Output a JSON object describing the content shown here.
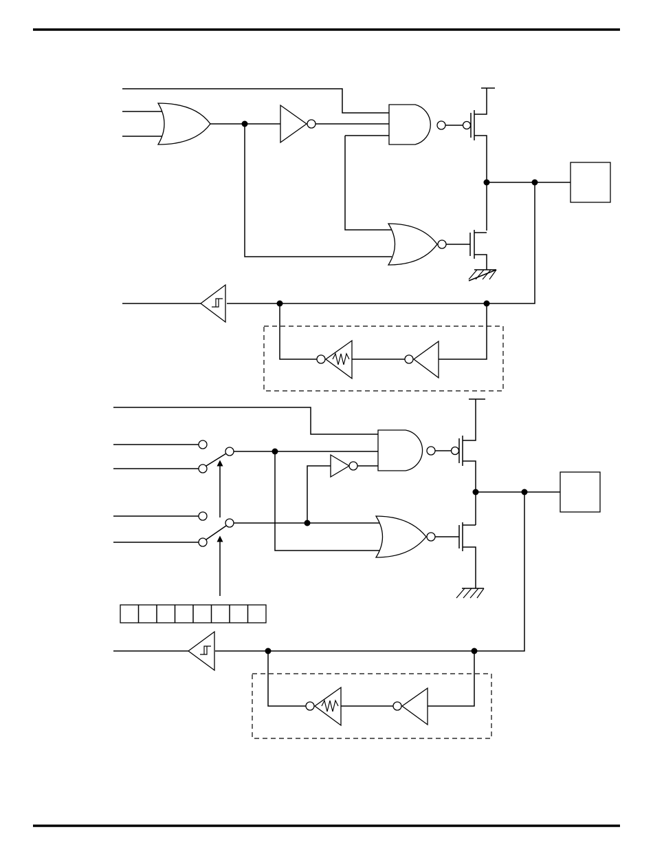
{
  "document": {
    "rules": [
      "top-rule",
      "bottom-rule"
    ]
  },
  "circuits": [
    {
      "id": "upper",
      "components": [
        "or-gate",
        "inverter",
        "nand-gate",
        "nor-gate",
        "pmos-transistor",
        "nmos-transistor",
        "output-pad",
        "schmitt-input-buffer",
        "keeper-latch"
      ]
    },
    {
      "id": "lower",
      "components": [
        "mux-switch",
        "mux-switch",
        "nand-gate",
        "inverter",
        "nor-gate",
        "pmos-transistor",
        "nmos-transistor",
        "output-pad",
        "schmitt-input-buffer",
        "keeper-latch",
        "control-register"
      ]
    }
  ],
  "control_register": {
    "bits": 8
  },
  "colors": {
    "ink": "#000000",
    "paper": "#ffffff"
  }
}
